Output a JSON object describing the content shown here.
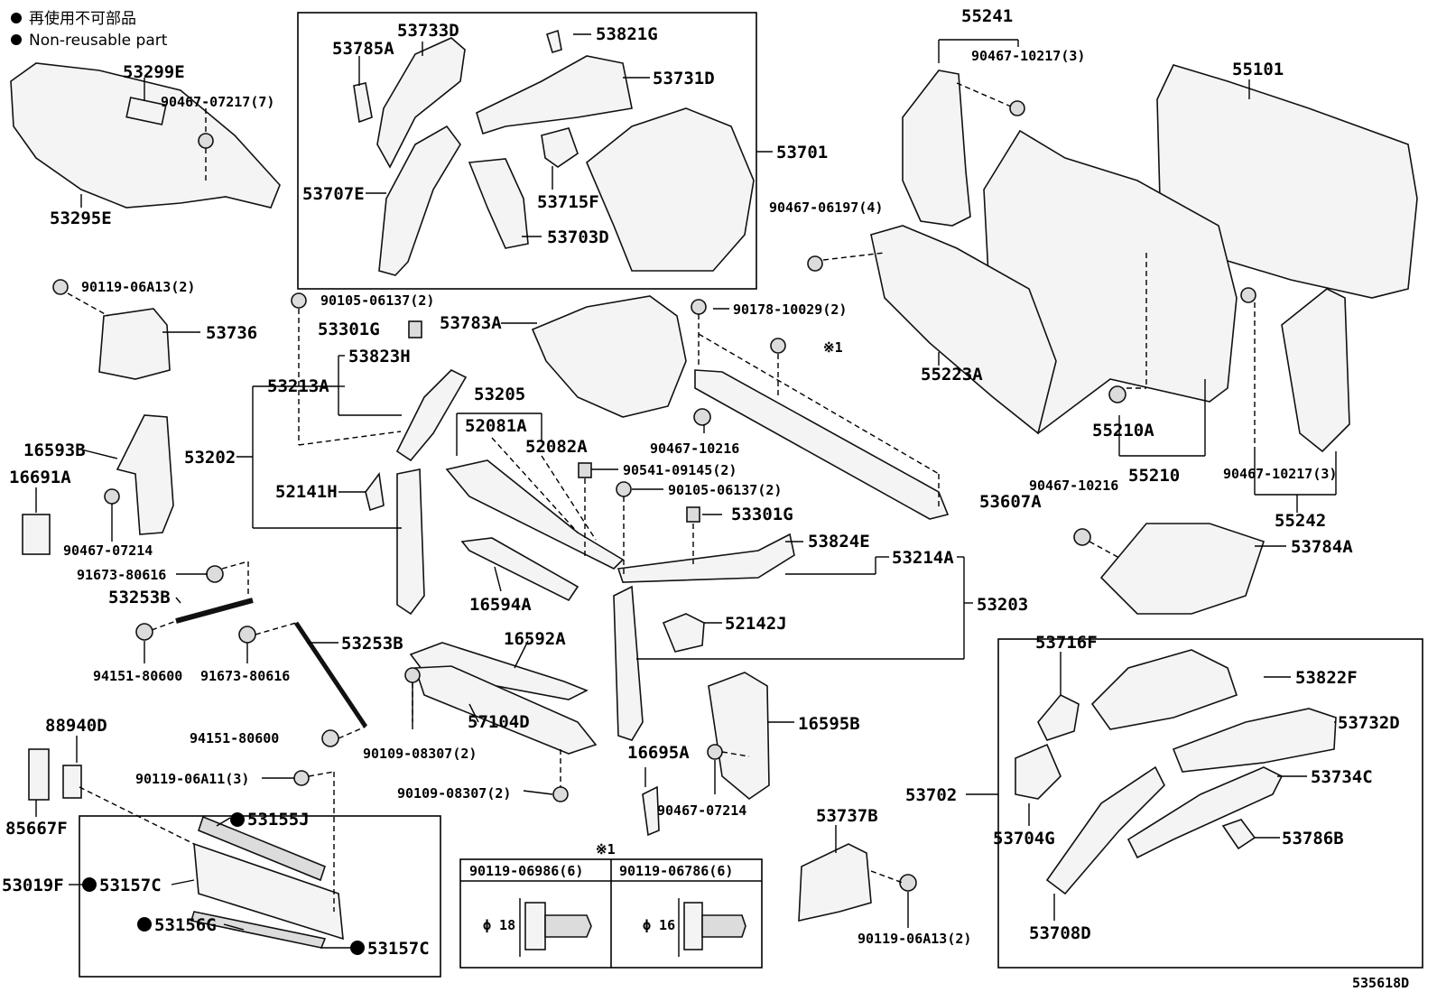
{
  "legend": {
    "non_reusable_jp": "再使用不可部品",
    "non_reusable_en": "Non-reusable part"
  },
  "labels": {
    "p53299E": "53299E",
    "p90467_07217": "90467-07217(7)",
    "p53295E": "53295E",
    "p53785A": "53785A",
    "p53733D": "53733D",
    "p53821G": "53821G",
    "p53731D": "53731D",
    "p53701": "53701",
    "p53707E": "53707E",
    "p53715F": "53715F",
    "p53703D": "53703D",
    "p55241": "55241",
    "p90467_10217_a": "90467-10217(3)",
    "p55101": "55101",
    "p90467_06197": "90467-06197(4)",
    "p90119_06A13_a": "90119-06A13(2)",
    "p53736": "53736",
    "p90105_06137_a": "90105-06137(2)",
    "p53301G_a": "53301G",
    "p53783A": "53783A",
    "p90178_10029": "90178-10029(2)",
    "p_note1": "※1",
    "p55223A": "55223A",
    "p53823H": "53823H",
    "p53213A": "53213A",
    "p53205": "53205",
    "p52081A": "52081A",
    "p52082A": "52082A",
    "p55210A": "55210A",
    "p16593B": "16593B",
    "p53202": "53202",
    "p16691A": "16691A",
    "p90467_10216_a": "90467-10216",
    "p90541_09145": "90541-09145(2)",
    "p55210": "55210",
    "p90467_10217_b": "90467-10217(3)",
    "p52141H": "52141H",
    "p90105_06137_b": "90105-06137(2)",
    "p90467_10216_b": "90467-10216",
    "p53607A": "53607A",
    "p53301G_b": "53301G",
    "p55242": "55242",
    "p90467_07214_a": "90467-07214",
    "p53824E": "53824E",
    "p53214A": "53214A",
    "p53784A": "53784A",
    "p91673_80616_a": "91673-80616",
    "p53253B_a": "53253B",
    "p16594A": "16594A",
    "p53203": "53203",
    "p52142J": "52142J",
    "p16592A": "16592A",
    "p53253B_b": "53253B",
    "p94151_80600_a": "94151-80600",
    "p91673_80616_b": "91673-80616",
    "p53716F": "53716F",
    "p53822F": "53822F",
    "p88940D": "88940D",
    "p57104D": "57104D",
    "p16595B": "16595B",
    "p53732D": "53732D",
    "p94151_80600_b": "94151-80600",
    "p90109_08307_a": "90109-08307(2)",
    "p16695A": "16695A",
    "p90119_06A11": "90119-06A11(3)",
    "p90109_08307_b": "90109-08307(2)",
    "p53702": "53702",
    "p53734C": "53734C",
    "p90467_07214_b": "90467-07214",
    "p85667F": "85667F",
    "p53155J": "53155J",
    "p53737B": "53737B",
    "p53704G": "53704G",
    "p53786B": "53786B",
    "p53019F": "53019F",
    "p53157C_a": "53157C",
    "p53156G": "53156G",
    "p53157C_b": "53157C",
    "p90119_06A13_b": "90119-06A13(2)",
    "p53708D": "53708D",
    "diagram_id": "535618D"
  },
  "note_table": {
    "mark": "※1",
    "col1_header": "90119-06986(6)",
    "col2_header": "90119-06786(6)",
    "col1_dim": "ϕ 18",
    "col2_dim": "ϕ 16"
  }
}
